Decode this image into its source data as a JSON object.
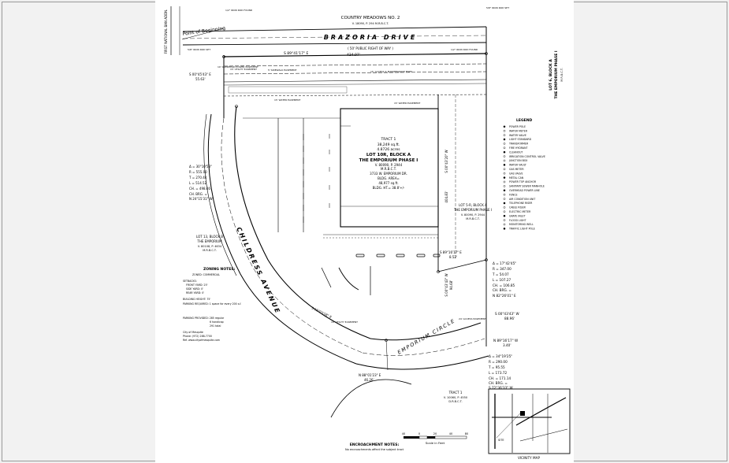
{
  "survey": {
    "north_street_label": "COUNTRY MEADOWS NO. 2",
    "north_street_ref": "V. 18090, P. 294 M.R.B.C.T.",
    "left_street_vertical": "FIRST NATIONAL BAN ADDN.",
    "point_of_beginning": "Point of Beginning",
    "main_road": "BRAZORIA DRIVE",
    "row_label": "( 50' PUBLIC RIGHT OF WAY )",
    "top_bearing": "S 89°41'17\" E",
    "top_distance": "434.97'",
    "left_bearing": "S 00°45'43\" E",
    "left_distance": "55.63'",
    "curve_road": "CHILDRESS AVENUE",
    "emporium_circle": "EMPORIUM CIRCLE",
    "tract": {
      "title": "TRACT 1",
      "area_sqft": "38,249 sq.ft.",
      "area_acres": "4.8726 acres",
      "lot": "LOT 10R, BLOCK A",
      "subdivision": "THE EMPORIUM PHASE I",
      "volume": "V. 80090, P. 2944",
      "ref": "M.R.B.C.T.",
      "address": "3733 W. EMPORIUM DR.",
      "bldg_area": "BLDG. AREA=",
      "bldg_sqft": "48,977 sq.ft.",
      "bldg_ht": "BLDG. HT.= 38.8'+/-"
    },
    "right_lot": {
      "lot": "LOT 5-R, BLOCK A",
      "subdivision": "THE EMPORIUM PHASE I",
      "volume": "V. 80090, P. 2944",
      "ref": "M.R.B.C.T."
    },
    "lot_block_e": {
      "lot": "LOT 6, BLOCK A",
      "subdivision": "THE EMPORIUM PHASE I",
      "ref": "M.R.B.C.T."
    },
    "left_lot": {
      "lot": "LOT 13, BLOCK B",
      "subdivision": "THE EMPORIUM",
      "volume": "V. 80108, P. 4634",
      "ref": "M.R.B.C.T."
    },
    "bottom_tract": {
      "title": "TRACT 1",
      "volume": "V. 10060, P. 4550",
      "ref": "D.R.B.C.T."
    },
    "left_curve": {
      "delta": "Δ = 30°10'53\"",
      "radius": "R = 555.00",
      "tangent": "T = 270.44",
      "length": "L = 514.52",
      "chord": "CH. = 498.46",
      "chord_brg": "CH. BRG. =",
      "chord_brg_val": "N 24°15'31\" W"
    },
    "right_curve": {
      "delta": "Δ = 17°42'45\"",
      "radius": "R = 347.00",
      "tangent": "T = 54.07",
      "length": "L = 107.27",
      "chord": "CH. = 106.85",
      "chord_brg": "CH. BRG. =",
      "chord_brg_val": "N 82°26'01\" E"
    },
    "bottom_curve": {
      "delta": "Δ = 34°19'25\"",
      "radius": "R = 290.00",
      "tangent": "T = 95.55",
      "length": "L = 173.72",
      "chord": "CH. = 171.14",
      "chord_brg": "CH. BRG. =",
      "chord_brg_val": "S 72°36'33\" W"
    },
    "bearings_east": [
      "S 89°16'17\" E",
      "S 00°43'43\" W",
      "N 89°16'17\" W",
      "S 00°43'43\" W",
      "S 00°43'20\" W"
    ],
    "distances_east": [
      "8.52'",
      "88.96'",
      "3.40'",
      "94.68'",
      "404.83'"
    ],
    "bottom_bearing": "N 88°01'23\" E",
    "bottom_distance": "46.26'",
    "diag_bearing": "S 56°03'58\" E",
    "zoning": {
      "title": "ZONING NOTES:",
      "lines": [
        "ZONED: COMMERCIAL",
        "SETBACKS:",
        "FRONT YARD: 25'",
        "SIDE YARD: 0'",
        "REAR YARD: 0'",
        "BUILDING HEIGHT: 75'",
        "PARKING REQUIRED: 1 space for every 200 s.f.",
        "PARKING PROVIDED: 285 regular",
        "6 handicap",
        "291 total",
        "City of Mesquite",
        "Phone: (972) 288-7700",
        "Ref. www.cityofmesquite.com"
      ]
    },
    "legend": {
      "title": "LEGEND",
      "items": [
        "POWER POLE",
        "WATER METER",
        "WATER VALVE",
        "LIGHT STANDARD",
        "TRANSFORMER",
        "FIRE HYDRANT",
        "CLEANOUT",
        "IRRIGATION CONTROL VALVE",
        "JUNCTION BOX",
        "WATER VAULT",
        "GAS METER",
        "GAS VALVE",
        "METAL CAN",
        "POWER TOP ANCHOR",
        "SANITARY SEWER MANHOLE",
        "OVERHEAD POWER LINE",
        "FENCE",
        "AIR CONDITION UNIT",
        "TELEPHONE RISER",
        "CABLE RISER",
        "ELECTRIC METER",
        "GRATE INLET",
        "FLOOD LIGHT",
        "MONITORING WELL",
        "TRAFFIC LIGHT POLE"
      ]
    },
    "encroachment": {
      "title": "ENCROACHMENT NOTES:",
      "text": "No encroachments affect the subject tract"
    },
    "scale": {
      "label": "Scale in Feet",
      "ticks": [
        "40",
        "0",
        "20",
        "40",
        "80"
      ]
    },
    "vicinity": {
      "title": "VICINITY MAP",
      "site": "SITE"
    },
    "iron_rod_notes": [
      "1/2\" IRON ROD FOUND",
      "5/8\" IRON ROD SET",
      "1/2\" IRON ROD FOUND",
      "5/8\" IRON ROD SET"
    ],
    "easement_notes": [
      "15' UTILITY EASEMENT",
      "10' OVERHEAD POWER EASEMENT",
      "5' SIDEWALK EASEMENT",
      "15' ACCESS & MAINTENANCE ESMT.",
      "15' WATER EASEMENT",
      "15' WATER EASEMENT",
      "10' UTILITY EASEMENT",
      "24' ACCESS EASEMENT"
    ]
  }
}
